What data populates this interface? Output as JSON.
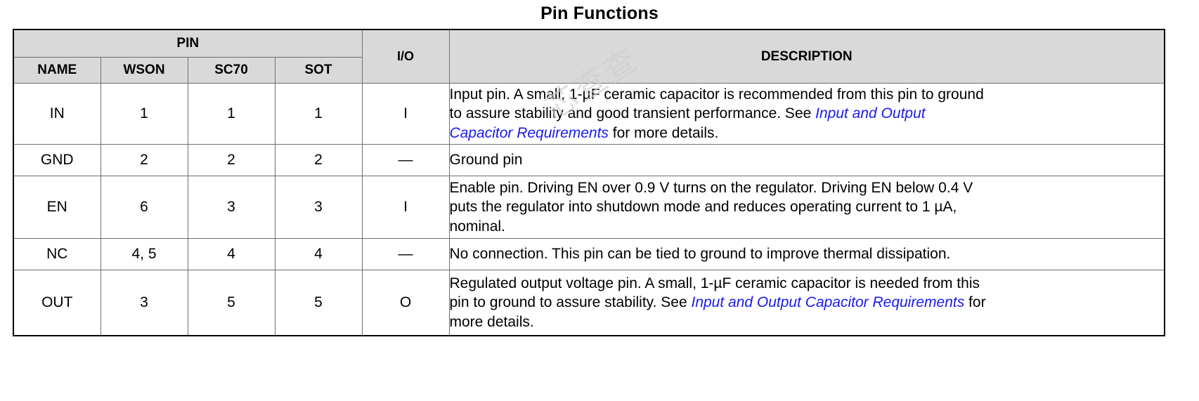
{
  "page": {
    "title": "Pin Functions",
    "watermark_text": "芯查查",
    "link_color": "#1a1aee",
    "header_bg_color": "#d9d9d9",
    "border_color": "#6e6e6e"
  },
  "table": {
    "group_header": "PIN",
    "columns": [
      {
        "key": "name",
        "label": "NAME"
      },
      {
        "key": "wson",
        "label": "WSON"
      },
      {
        "key": "sc70",
        "label": "SC70"
      },
      {
        "key": "sot",
        "label": "SOT"
      },
      {
        "key": "io",
        "label": "I/O"
      },
      {
        "key": "desc",
        "label": "DESCRIPTION"
      }
    ],
    "rows": [
      {
        "name": "IN",
        "wson": "1",
        "sc70": "1",
        "sot": "1",
        "io": "I",
        "desc_lines": [
          [
            {
              "t": "Input pin. A small, 1-µF ceramic capacitor is recommended from this pin to ground",
              "link": false
            }
          ],
          [
            {
              "t": "to assure stability and good transient performance. See ",
              "link": false
            },
            {
              "t": "Input and Output",
              "link": true
            }
          ],
          [
            {
              "t": "Capacitor Requirements",
              "link": true
            },
            {
              "t": " for more details.",
              "link": false
            }
          ]
        ]
      },
      {
        "name": "GND",
        "wson": "2",
        "sc70": "2",
        "sot": "2",
        "io": "—",
        "desc_lines": [
          [
            {
              "t": "Ground pin",
              "link": false
            }
          ]
        ]
      },
      {
        "name": "EN",
        "wson": "6",
        "sc70": "3",
        "sot": "3",
        "io": "I",
        "desc_lines": [
          [
            {
              "t": "Enable pin. Driving EN over 0.9 V turns on the regulator. Driving EN below 0.4 V",
              "link": false
            }
          ],
          [
            {
              "t": "puts the regulator into shutdown mode and reduces operating current to 1 µA,",
              "link": false
            }
          ],
          [
            {
              "t": "nominal.",
              "link": false
            }
          ]
        ]
      },
      {
        "name": "NC",
        "wson": "4, 5",
        "sc70": "4",
        "sot": "4",
        "io": "—",
        "desc_lines": [
          [
            {
              "t": "No connection. This pin can be tied to ground to improve thermal dissipation.",
              "link": false
            }
          ]
        ]
      },
      {
        "name": "OUT",
        "wson": "3",
        "sc70": "5",
        "sot": "5",
        "io": "O",
        "desc_lines": [
          [
            {
              "t": "Regulated output voltage pin. A small, 1-µF ceramic capacitor is needed from this",
              "link": false
            }
          ],
          [
            {
              "t": "pin to ground to assure stability. See ",
              "link": false
            },
            {
              "t": "Input and Output Capacitor Requirements",
              "link": true
            },
            {
              "t": " for",
              "link": false
            }
          ],
          [
            {
              "t": "more details.",
              "link": false
            }
          ]
        ]
      }
    ]
  }
}
